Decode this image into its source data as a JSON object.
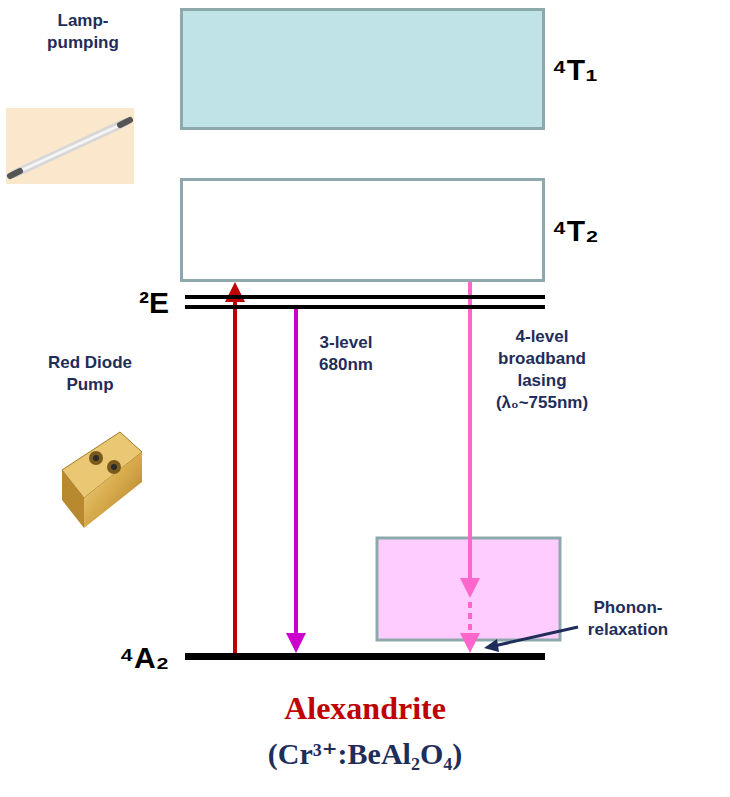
{
  "diagram": {
    "title": "Alexandrite",
    "caption": "(Cr³⁺:BeAl₂O₄)",
    "nodes": [
      {
        "text": [
          "⁴T₁"
        ]
      },
      {
        "text": [
          "⁴T₂"
        ]
      },
      {
        "text": [
          "²E"
        ]
      },
      {
        "text": [
          "⁴A₂"
        ]
      }
    ],
    "edges": [
      {
        "from": 3,
        "to": 1,
        "arrow": "to"
      },
      {
        "from": 2,
        "to": 3,
        "arrow": "to",
        "label": "3-level 680nm"
      },
      {
        "from": 1,
        "to": 3,
        "arrow": "to",
        "label": "4-level broadband lasing (λ₀~755nm)"
      }
    ],
    "labels": [
      "Lamp-pumping",
      "Red Diode Pump",
      "Phonon-relaxation"
    ]
  }
}
